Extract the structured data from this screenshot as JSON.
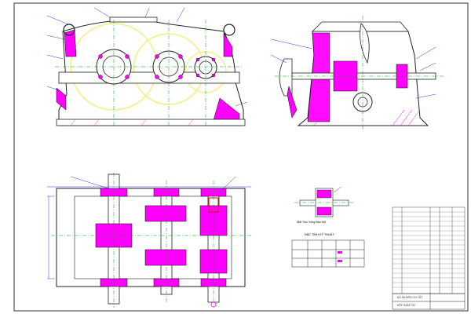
{
  "drawing": {
    "section_caption": "Mặt Trục Vòng Bàn Kẹt",
    "spec_table_title": "ĐẶC TÍNH KỸ THUẬT",
    "title_block_line1": "ĐỒ ÁN MÔN CHI TIẾT",
    "title_block_line2": "HỘP GIẢM TỐC"
  },
  "colors": {
    "outline": "#1a1a1a",
    "section_fill": "#ff00ff",
    "center_line": "#00a000",
    "dimension": "#0000ff",
    "hatch": "#ff00ff",
    "gear_circle": "#f2ef8a",
    "body_fill": "#ffffff"
  }
}
